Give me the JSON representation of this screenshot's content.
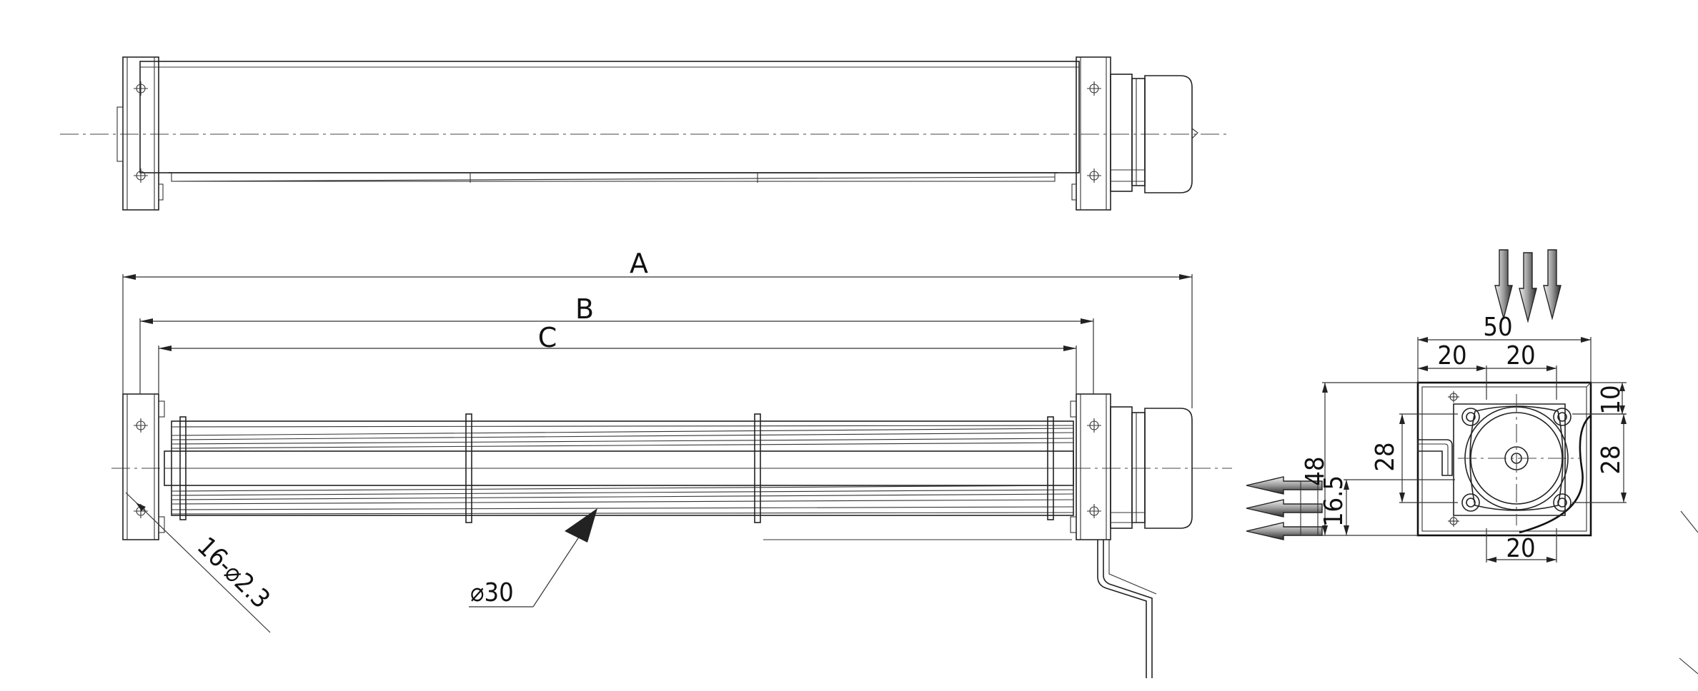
{
  "dimensions": {
    "A": "A",
    "B": "B",
    "C": "C",
    "holes": "16-⌀2.3",
    "impeller_diameter": "⌀30",
    "width_total": "50",
    "width_left": "20",
    "width_right": "20",
    "width_bottom": "20",
    "height_total": "48",
    "height_offset": "16.5",
    "height_left": "28",
    "height_right": "28",
    "top_offset": "10"
  }
}
